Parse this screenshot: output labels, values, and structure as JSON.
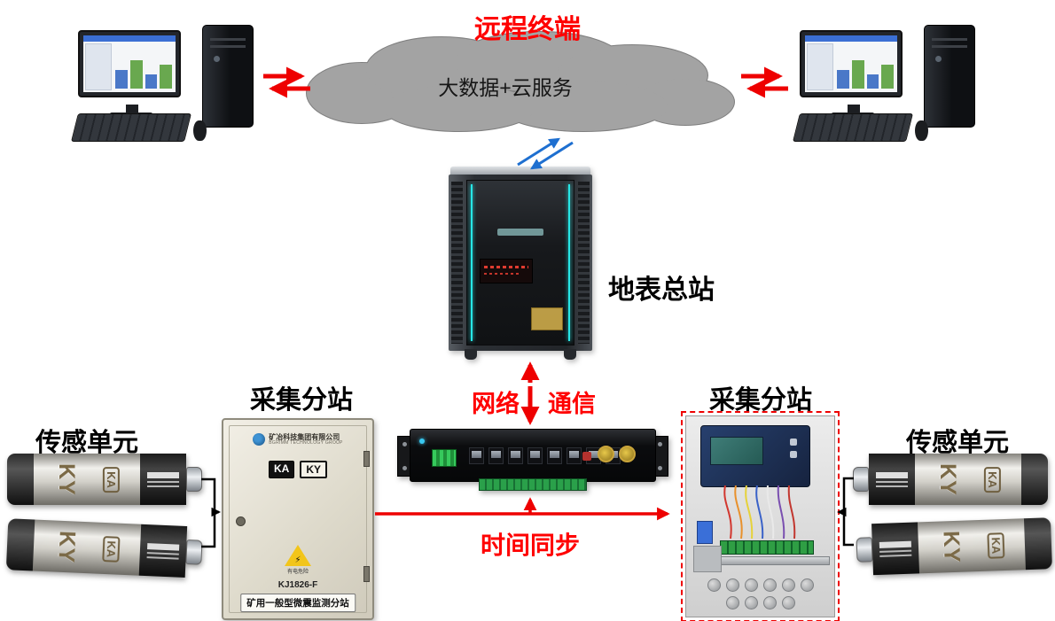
{
  "title": "远程终端",
  "cloud": {
    "label": "大数据+云服务"
  },
  "surface_station": {
    "label": "地表总站"
  },
  "links": {
    "network": "网络",
    "comm": "通信",
    "time_sync": "时间同步"
  },
  "substations": {
    "left_label": "采集分站",
    "right_label": "采集分站"
  },
  "sensors": {
    "left_label": "传感单元",
    "right_label": "传感单元",
    "mark_ky": "KY",
    "mark_ka": "KA"
  },
  "left_cabinet": {
    "company": "矿冶科技集团有限公司",
    "company_en": "BGRIMM TECHNOLOGY GROUP",
    "badge_ka": "KA",
    "badge_ky": "KY",
    "warning": "有电危险",
    "model": "KJ1826-F",
    "caption": "矿用一般型微震监测分站"
  },
  "icons": {
    "lightning": "⚡"
  },
  "colors": {
    "accent_red": "#ff0000",
    "link_blue": "#1e6fd0",
    "cloud_gray": "#a3a3a3",
    "teal_accent": "#27e6e6",
    "cabinet_beige": "#e9e5d8"
  }
}
